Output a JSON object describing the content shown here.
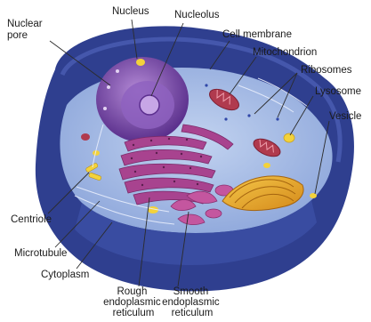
{
  "labels": {
    "nuclear_pore": [
      "Nuclear",
      "pore"
    ],
    "nucleus": "Nucleus",
    "nucleolus": "Nucleolus",
    "cell_membrane": "Cell membrane",
    "mitochondrion": "Mitochondrion",
    "ribosomes": "Ribosomes",
    "lysosome": "Lysosome",
    "vesicle": "Vesicle",
    "centriole": "Centriole",
    "microtubule": "Microtubule",
    "cytoplasm": "Cytoplasm",
    "rough_er": [
      "Rough",
      "endoplasmic",
      "reticulum"
    ],
    "smooth_er": [
      "Smooth",
      "endoplasmic",
      "reticulum"
    ]
  },
  "colors": {
    "membrane": "#2f3f8f",
    "cytoplasm": "#9fb6e4",
    "nucleus": "#6a3fa0",
    "er": "#a8438f",
    "golgi": "#e0a021",
    "mitochondrion": "#b03a4e",
    "vesicle": "#f3d23b"
  }
}
